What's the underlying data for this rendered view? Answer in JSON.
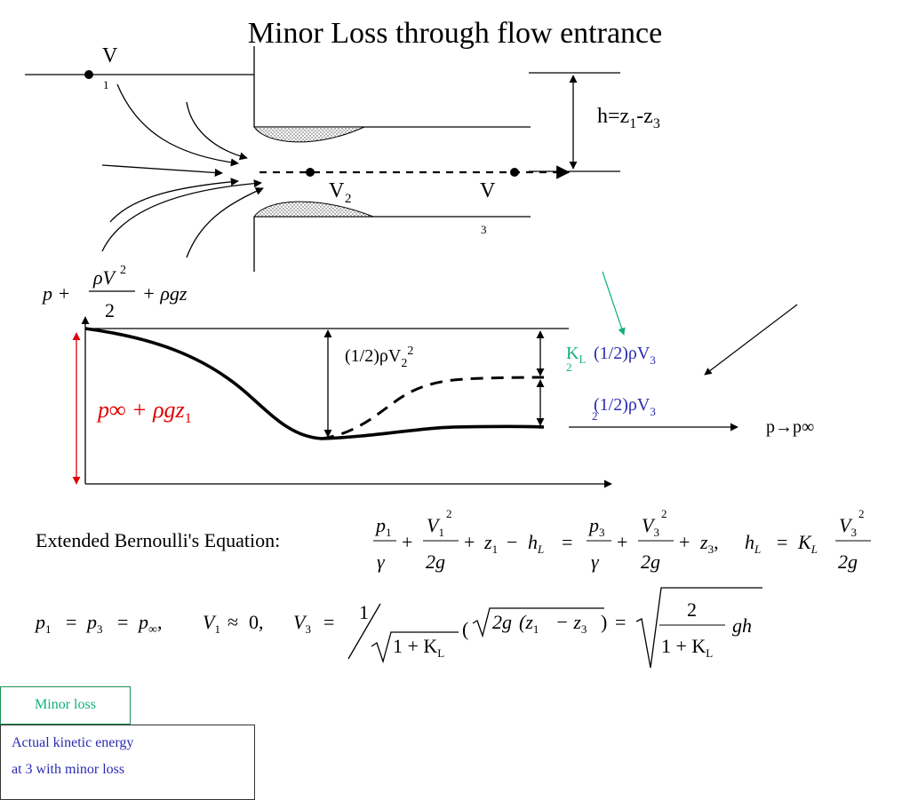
{
  "title": "Minor Loss through flow entrance",
  "labels": {
    "v1_main": "V",
    "v1_sub": "1",
    "v2_main": "V",
    "v2_sub": "2",
    "v3_main": "V",
    "v3_sub": "3",
    "h_prefix": "h=z",
    "h_sub1": "1",
    "h_mid": "-z",
    "h_sub3": "3",
    "energy_axis": "p + ρV²/2 + ρgz",
    "pinf_label": "p∞ + ρgz",
    "pinf_sub": "1",
    "dyn2_main": "(1/2)ρV",
    "dyn2_sub": "2",
    "dyn2_sup": "2",
    "kl_k": "K",
    "kl_sub": "L",
    "kl_rest": "(1/2)ρV",
    "kl_v_sub": "3",
    "kl_two": "2",
    "dyn3_main": "(1/2)ρV",
    "dyn3_sub": "3",
    "dyn3_two": "2",
    "p_to_pinf": "p→p∞"
  },
  "callouts": {
    "minor_loss": "Minor loss",
    "actual_ke_line1": "Actual kinetic energy",
    "actual_ke_line2": "at 3 with minor loss"
  },
  "equations": {
    "ext_label": "Extended Bernoulli's Equation:",
    "ext_p1": "p",
    "ext_p1_sub": "1",
    "ext_gamma": "γ",
    "ext_V1": "V",
    "ext_V1_sub": "1",
    "ext_sq": "2",
    "ext_2g": "2g",
    "ext_plus": "+",
    "ext_z1": "z",
    "ext_z1_sub": "1",
    "ext_minus": "−",
    "ext_hL": "h",
    "ext_hL_sub": "L",
    "ext_eq": "=",
    "ext_p3": "p",
    "ext_p3_sub": "3",
    "ext_V3": "V",
    "ext_V3_sub": "3",
    "ext_z3": "z",
    "ext_z3_sub": "3",
    "ext_comma": ",",
    "ext_KL": "K",
    "ext_KL_sub": "L",
    "res_p1": "p",
    "res_p1_sub": "1",
    "res_p3": "p",
    "res_p3_sub": "3",
    "res_pinf": "p",
    "res_pinf_sub": "∞",
    "res_V1": "V",
    "res_V1_sub": "1",
    "res_approx": "≈",
    "res_zero": "0,",
    "res_V3": "V",
    "res_V3_sub": "3",
    "res_one": "1",
    "res_1plus": "1 + K",
    "res_KL_sub": "L",
    "res_open": "(",
    "res_2g": "2g",
    "res_z1": "(z",
    "res_z1_sub": "1",
    "res_minus": "− z",
    "res_z3_sub": "3",
    "res_close": ")",
    "res_two": "2",
    "res_gh": "gh"
  }
}
